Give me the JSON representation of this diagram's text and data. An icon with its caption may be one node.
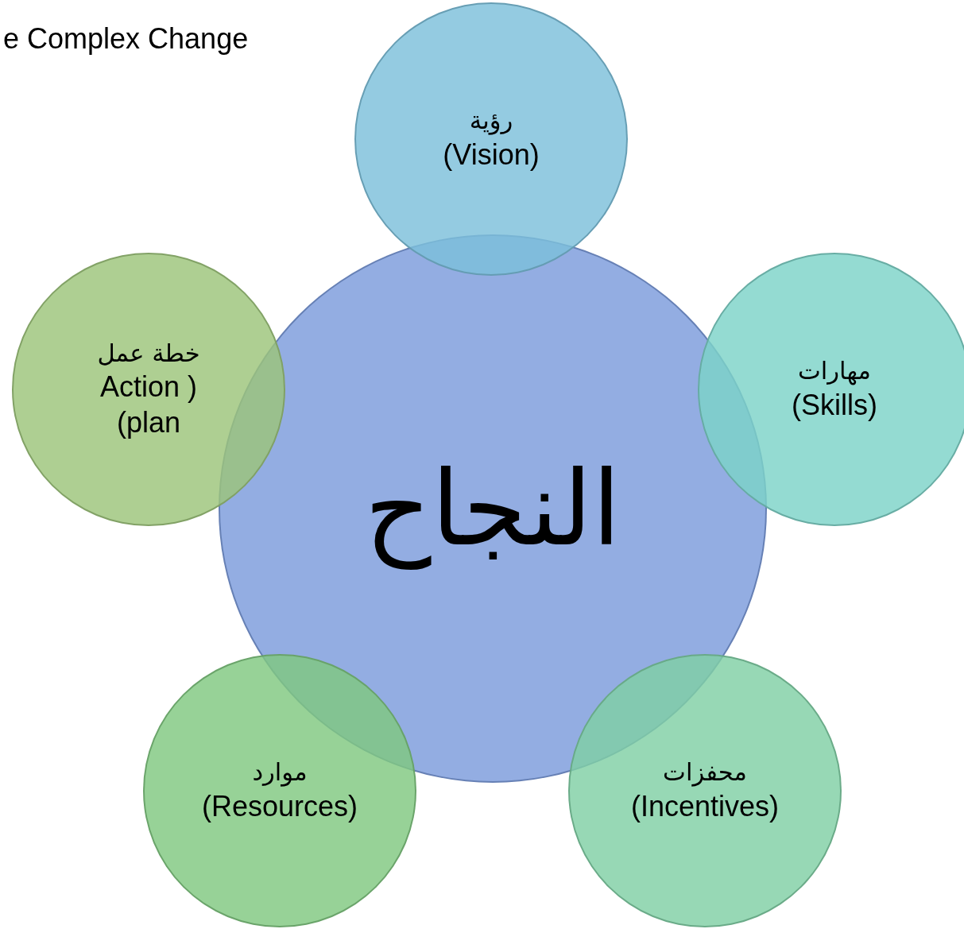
{
  "diagram": {
    "title": "e Complex Change",
    "nodes": [
      {
        "text": [
          "النجاح"
        ]
      },
      {
        "text": [
          "رؤية",
          "(Vision)"
        ]
      },
      {
        "text": [
          "خطة عمل",
          "Action ) (plan"
        ]
      },
      {
        "text": [
          "مهارات",
          "(Skills)"
        ]
      },
      {
        "text": [
          "موارد",
          "(Resources)"
        ]
      },
      {
        "text": [
          "محفزات",
          "(Incentives)"
        ]
      }
    ]
  }
}
